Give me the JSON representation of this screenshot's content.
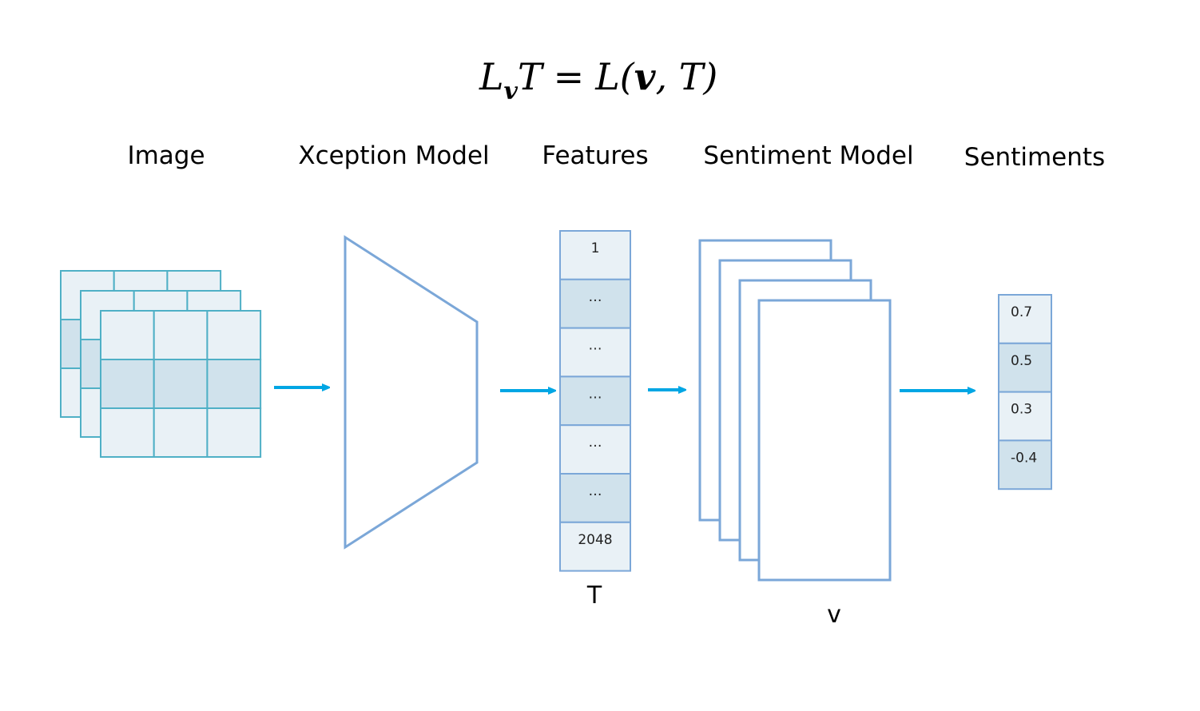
{
  "formula": {
    "lhs_L": "L",
    "lhs_sub": "v",
    "lhs_T": "T",
    "equals": "=",
    "rhs_L": "L(",
    "rhs_v": "v",
    "rhs_rest": ", T)"
  },
  "headers": {
    "image": "Image",
    "xception": "Xception Model",
    "features": "Features",
    "sentiment_model": "Sentiment Model",
    "sentiments": "Sentiments"
  },
  "features": {
    "cells": [
      "1",
      "…",
      "…",
      "…",
      "…",
      "…",
      "2048"
    ],
    "label": "T"
  },
  "sentiment_model": {
    "label": "v"
  },
  "sentiments": {
    "values": [
      "0.7",
      "0.5",
      "0.3",
      "-0.4"
    ]
  },
  "colors": {
    "cell_light": "#e9f1f6",
    "cell_dark": "#d0e2ec",
    "grid_stroke": "#4fb0c6",
    "trapezoid_stroke": "#7ba7d8",
    "arrow": "#00a6e4"
  }
}
